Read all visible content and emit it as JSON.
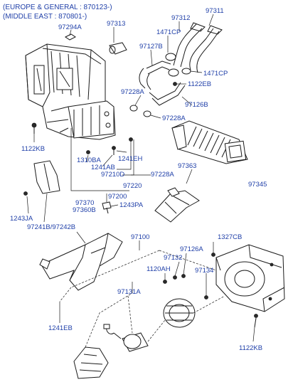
{
  "header": {
    "line1": "(EUROPE & GENERAL : 870123-)",
    "line2": "(MIDDLE EAST : 870801-)"
  },
  "labels": {
    "p97311": "97311",
    "p97312": "97312",
    "p97313": "97313",
    "p97294A": "97294A",
    "p1471CP_a": "1471CP",
    "p97127B": "97127B",
    "p1471CP_b": "1471CP",
    "p1122EB": "1122EB",
    "p97228A_a": "97228A",
    "p97126B": "97126B",
    "p97228A_b": "97228A",
    "p1122KB_a": "1122KB",
    "p1310BA": "1310BA",
    "p1241EH": "1241EH",
    "p1241AB": "1241AB",
    "p97210D": "97210D",
    "p97228A_c": "97228A",
    "p97220": "97220",
    "p97363": "97363",
    "p97345": "97345",
    "p97370": "97370",
    "p97200": "97200",
    "p97360B": "97360B",
    "p1243PA": "1243PA",
    "p1243JA": "1243JA",
    "p97241B": "97241B/97242B",
    "p97100": "97100",
    "p1327CB": "1327CB",
    "p97126A": "97126A",
    "p97132": "97132",
    "p1120AH": "1120AH",
    "p97134": "97134",
    "p97131A": "97131A",
    "p1241EB": "1241EB",
    "p1122KB_b": "1122KB"
  }
}
